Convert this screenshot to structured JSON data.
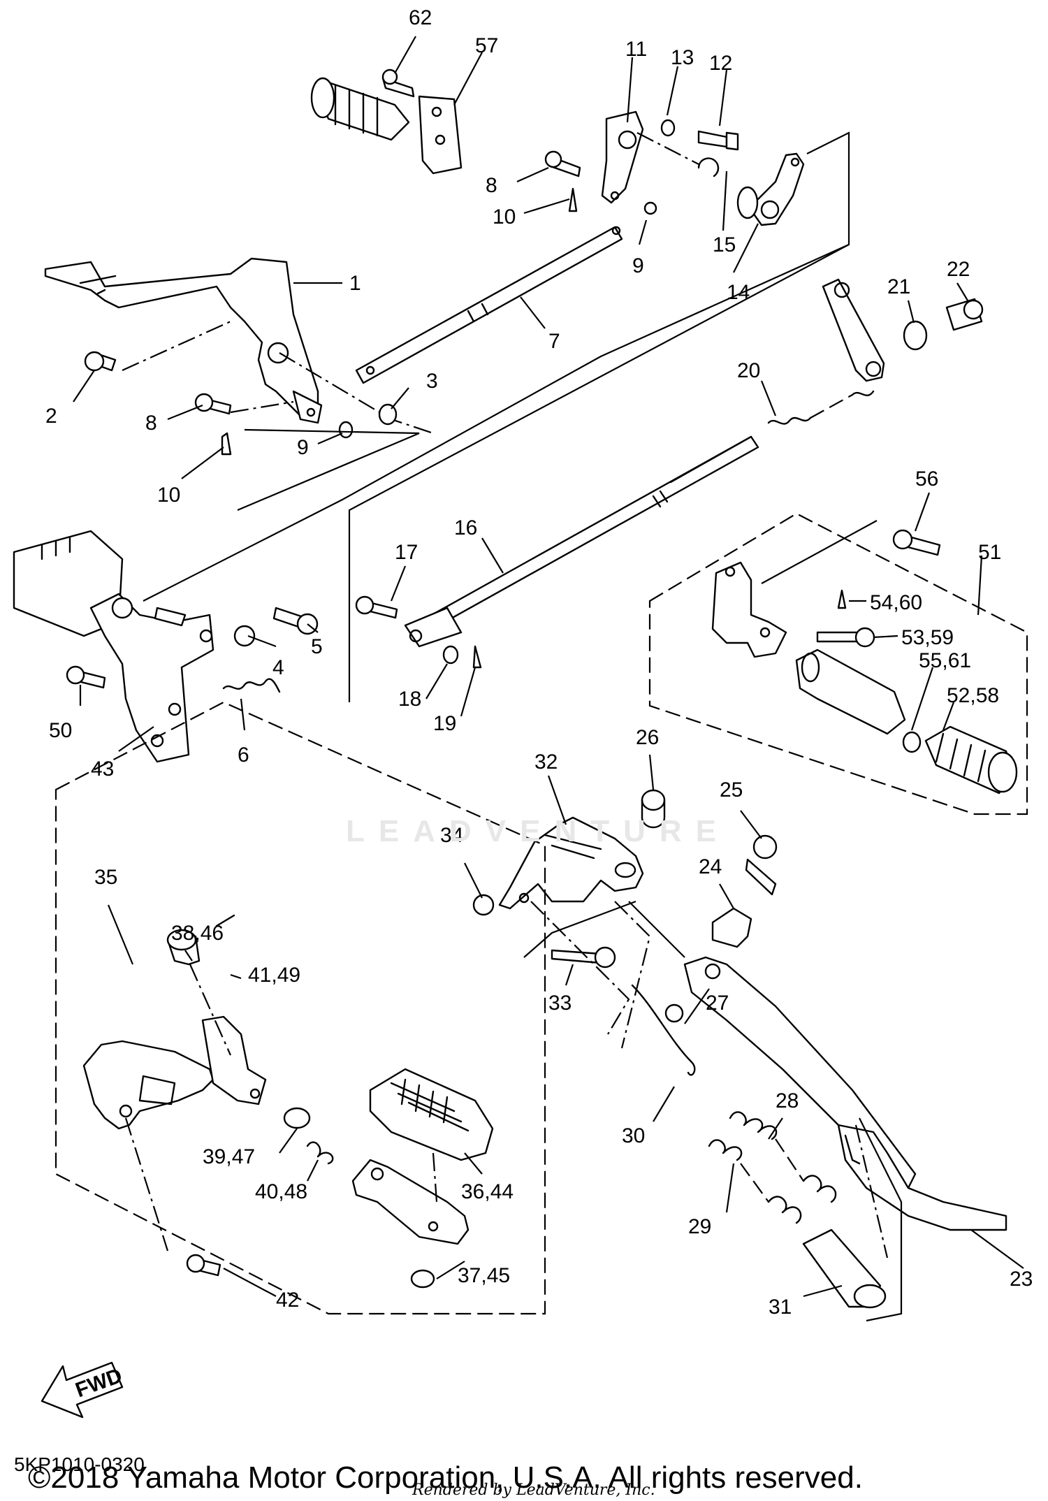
{
  "diagram": {
    "code": "5KP1010-0320",
    "copyright": "©2018 Yamaha Motor Corporation, U.S.A. All rights reserved.",
    "rendered_by": "Rendered by LeadVenture, Inc.",
    "fwd_label": "FWD",
    "watermark": "LEADVENTURE",
    "callouts": [
      "62",
      "57",
      "11",
      "13",
      "12",
      "8",
      "10",
      "15",
      "9",
      "14",
      "1",
      "7",
      "2",
      "3",
      "8",
      "10",
      "9",
      "21",
      "22",
      "20",
      "56",
      "16",
      "17",
      "51",
      "54,60",
      "53,59",
      "55,61",
      "52,58",
      "4",
      "5",
      "18",
      "19",
      "50",
      "6",
      "43",
      "26",
      "32",
      "25",
      "34",
      "24",
      "35",
      "38,46",
      "41,49",
      "33",
      "27",
      "28",
      "30",
      "39,47",
      "40,48",
      "36,44",
      "29",
      "23",
      "37,45",
      "42",
      "31"
    ]
  }
}
